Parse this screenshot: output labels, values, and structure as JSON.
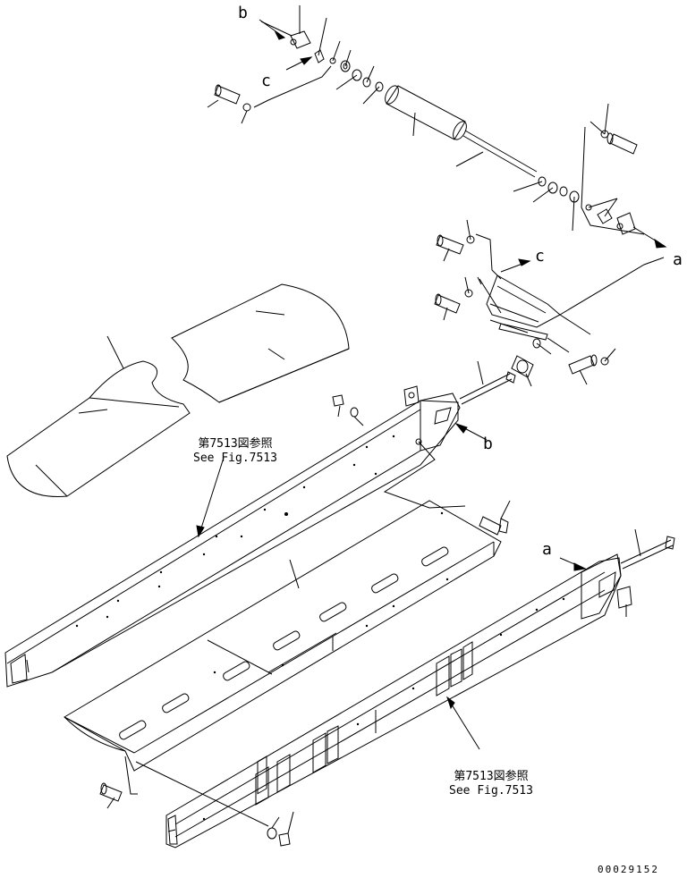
{
  "callouts": {
    "a_top": "a",
    "a_bottom": "a",
    "b_top": "b",
    "b_mid": "b",
    "c_left": "c",
    "c_right": "c"
  },
  "references": {
    "upper": {
      "jp": "第7513図参照",
      "en": "See Fig.7513"
    },
    "lower": {
      "jp": "第7513図参照",
      "en": "See Fig.7513"
    }
  },
  "document_number": "00029152"
}
